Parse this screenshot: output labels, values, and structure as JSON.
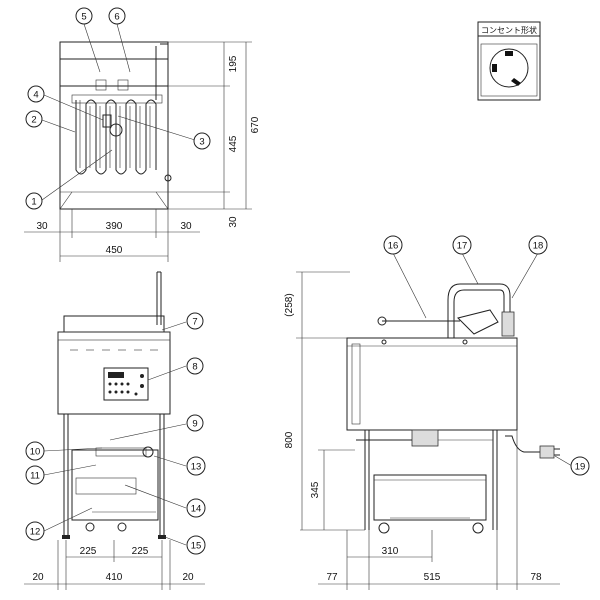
{
  "outlet_label": "コンセント形状",
  "callouts": [
    "1",
    "2",
    "3",
    "4",
    "5",
    "6",
    "7",
    "8",
    "9",
    "10",
    "11",
    "12",
    "13",
    "14",
    "15",
    "16",
    "17",
    "18",
    "19"
  ],
  "top_view_dims": {
    "dim_195": "195",
    "dim_445": "445",
    "dim_670": "670",
    "dim_30_right": "30",
    "dim_30_left": "30",
    "dim_390": "390",
    "dim_30_mid": "30",
    "dim_450": "450"
  },
  "front_view_dims": {
    "dim_225_a": "225",
    "dim_225_b": "225",
    "dim_20_a": "20",
    "dim_410": "410",
    "dim_20_b": "20"
  },
  "side_view_dims": {
    "dim_258": "(258)",
    "dim_800": "800",
    "dim_345": "345",
    "dim_310": "310",
    "dim_77": "77",
    "dim_515": "515",
    "dim_78": "78"
  }
}
